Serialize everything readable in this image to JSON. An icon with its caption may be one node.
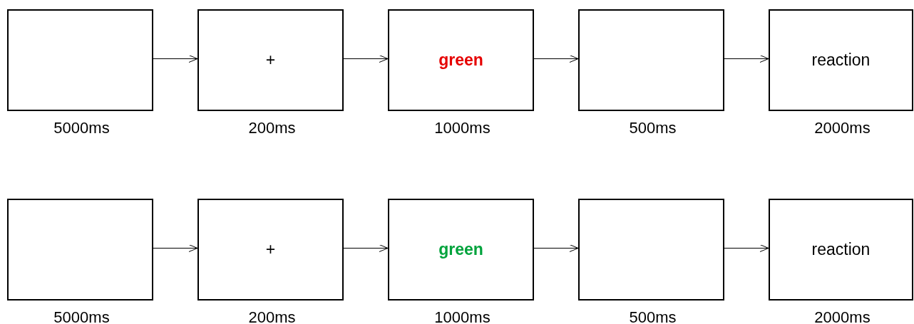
{
  "diagram": {
    "nodes": [
      {
        "text": [],
        "shape": "box",
        "beside": [
          "5000ms"
        ]
      },
      {
        "text": [
          "+"
        ],
        "beside": [
          "200ms"
        ]
      },
      {
        "text": [
          "green"
        ],
        "beside": [
          "1000ms"
        ]
      },
      {
        "text": [],
        "shape": "box",
        "beside": [
          "500ms"
        ]
      },
      {
        "text": [
          "reaction"
        ],
        "beside": [
          "2000ms"
        ]
      },
      {
        "text": [],
        "shape": "box",
        "beside": [
          "5000ms"
        ]
      },
      {
        "text": [
          "+"
        ],
        "beside": [
          "200ms"
        ]
      },
      {
        "text": [
          "green"
        ],
        "beside": [
          "1000ms"
        ]
      },
      {
        "text": [],
        "shape": "box",
        "beside": [
          "500ms"
        ]
      },
      {
        "text": [
          "reaction"
        ],
        "beside": [
          "2000ms"
        ]
      }
    ],
    "edges": [
      {
        "from": 0,
        "to": 1,
        "arrow": "to"
      },
      {
        "from": 1,
        "to": 2,
        "arrow": "to"
      },
      {
        "from": 2,
        "to": 3,
        "arrow": "to"
      },
      {
        "from": 3,
        "to": 4,
        "arrow": "to"
      },
      {
        "from": 5,
        "to": 6,
        "arrow": "to"
      },
      {
        "from": 6,
        "to": 7,
        "arrow": "to"
      },
      {
        "from": 7,
        "to": 8,
        "arrow": "to"
      },
      {
        "from": 8,
        "to": 9,
        "arrow": "to"
      }
    ]
  }
}
